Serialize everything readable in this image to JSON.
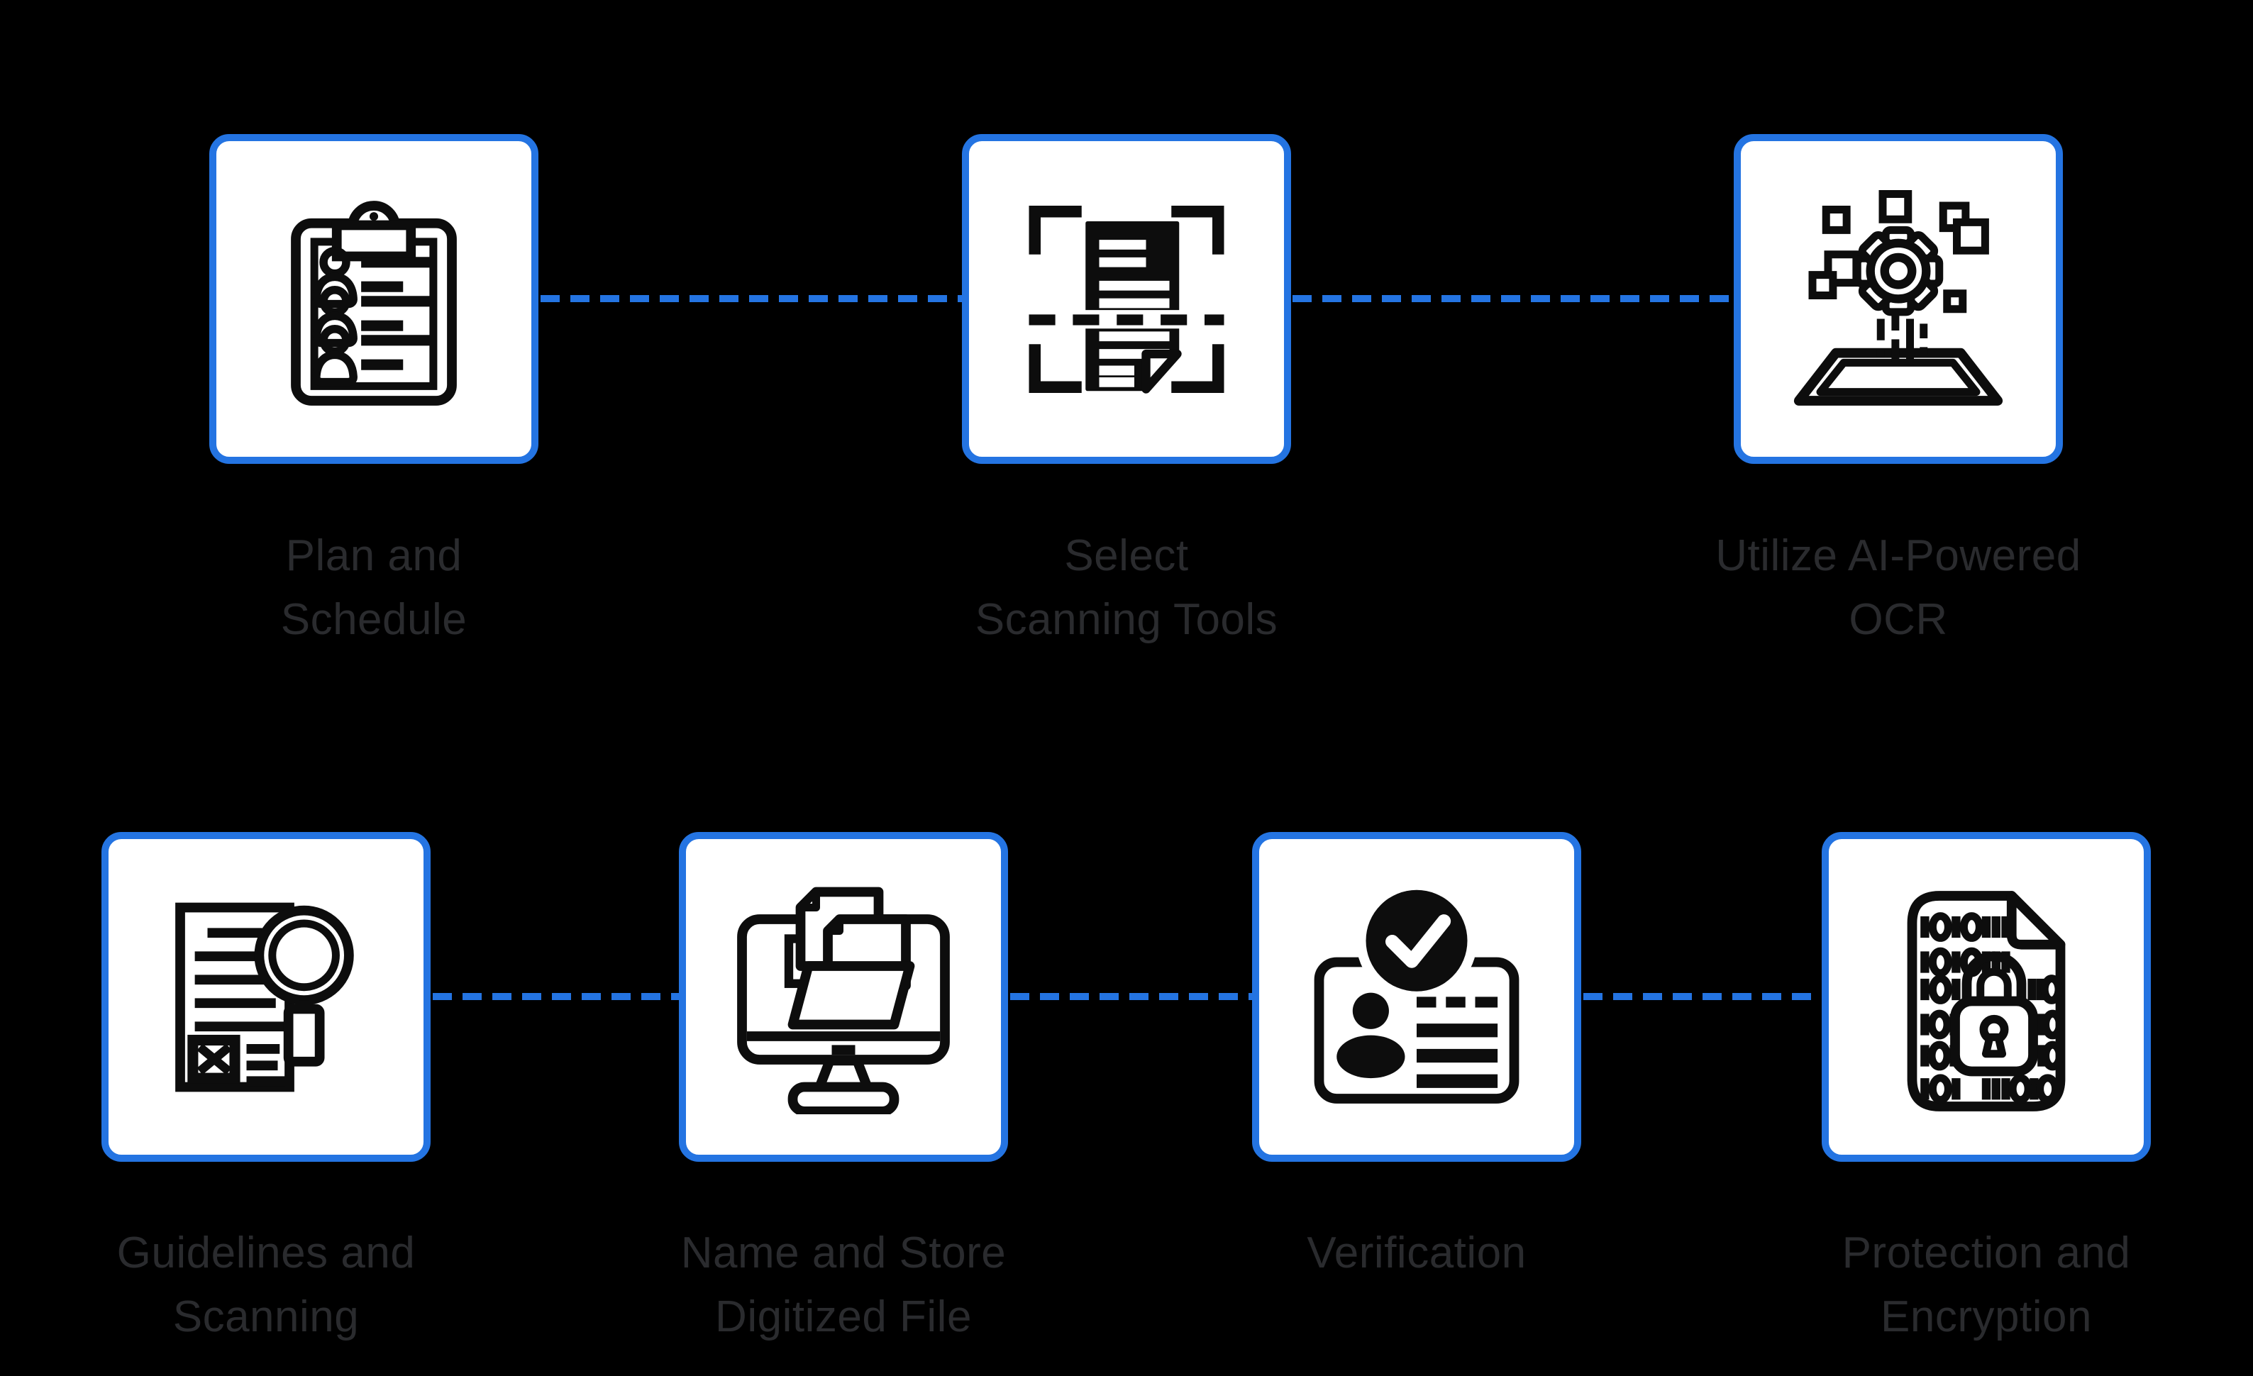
{
  "diagram": {
    "background_color": "#000000",
    "card_background": "#ffffff",
    "accent_blue": "#2474E2",
    "icon_color": "#0d0d0d",
    "label_color": "#2a2b2e",
    "connector_style": "dashed"
  },
  "steps": [
    {
      "id": "plan-and-schedule",
      "label_line1": "Plan and",
      "label_line2": "Schedule",
      "icon": "clipboard-people-list-icon"
    },
    {
      "id": "select-scanning-tools",
      "label_line1": "Select",
      "label_line2": "Scanning Tools",
      "icon": "document-scan-icon"
    },
    {
      "id": "utilize-ai-powered-ocr",
      "label_line1": "Utilize AI-Powered",
      "label_line2": "OCR",
      "icon": "ai-ocr-gear-icon"
    },
    {
      "id": "guidelines-and-scanning",
      "label_line1": "Guidelines and",
      "label_line2": "Scanning",
      "icon": "document-magnifier-icon"
    },
    {
      "id": "name-and-store-digitized-file",
      "label_line1": "Name and Store",
      "label_line2": "Digitized File",
      "icon": "monitor-folder-icon"
    },
    {
      "id": "verification",
      "label_line1": "Verification",
      "label_line2": "",
      "icon": "id-card-check-icon"
    },
    {
      "id": "protection-and-encryption",
      "label_line1": "Protection and",
      "label_line2": "Encryption",
      "icon": "encrypted-document-icon"
    }
  ]
}
